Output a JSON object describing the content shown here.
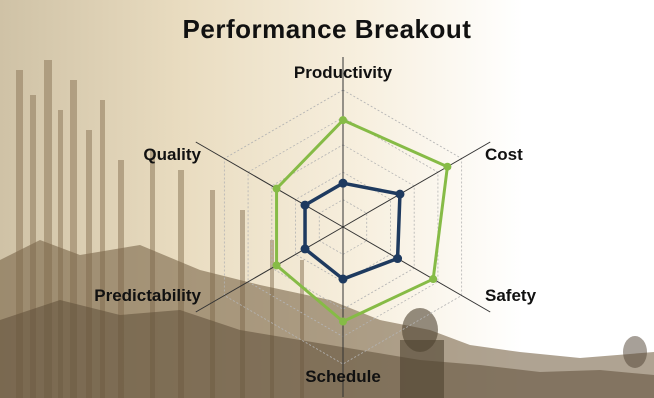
{
  "chart_data": {
    "type": "radar",
    "title": "Performance Breakout",
    "axes": [
      "Productivity",
      "Cost",
      "Safety",
      "Schedule",
      "Predictability",
      "Quality"
    ],
    "rlim": [
      0,
      1
    ],
    "grid": true,
    "series": [
      {
        "values": [
          0.78,
          0.88,
          0.76,
          0.69,
          0.56,
          0.56
        ],
        "color": "#86bb46"
      },
      {
        "values": [
          0.32,
          0.48,
          0.46,
          0.38,
          0.32,
          0.32
        ],
        "color": "#1e3a5f"
      }
    ]
  },
  "colors": {
    "outer_series": "#86bb46",
    "inner_series": "#1e3a5f",
    "spoke": "#333333",
    "grid": "#b3b3b3"
  }
}
